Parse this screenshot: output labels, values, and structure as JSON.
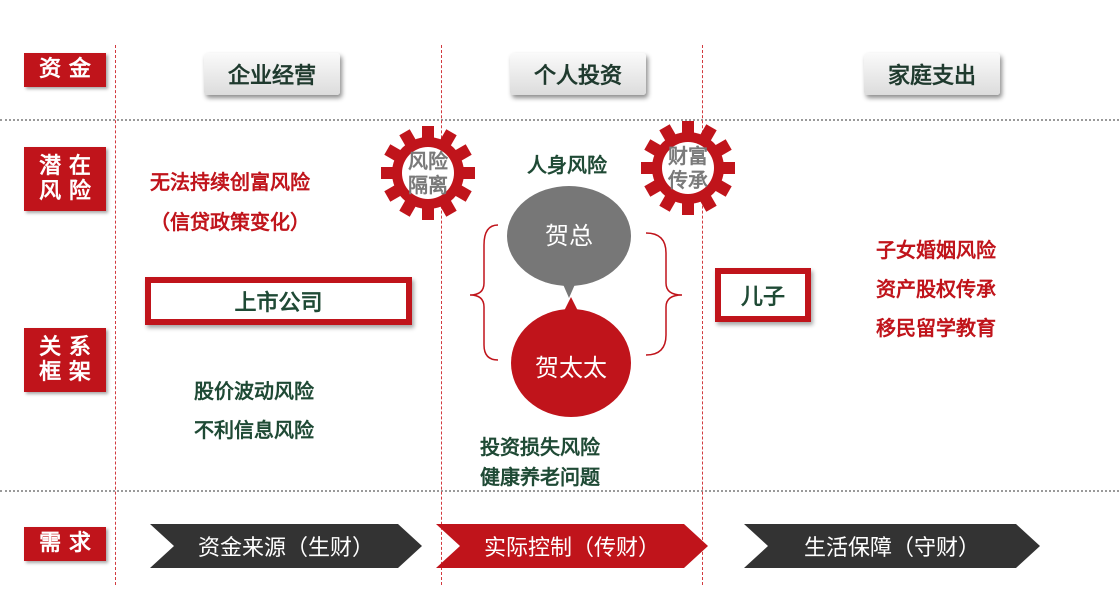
{
  "row_labels": {
    "funds": "资 金",
    "risk_line1": "潜 在",
    "risk_line2": "风 险",
    "rel_line1": "关 系",
    "rel_line2": "框 架",
    "needs": "需 求"
  },
  "columns": {
    "business": "企业经营",
    "investment": "个人投资",
    "family": "家庭支出"
  },
  "gears": {
    "left_line1": "风险",
    "left_line2": "隔离",
    "right_line1": "财富",
    "right_line2": "传承"
  },
  "business": {
    "risk1": "无法持续创富风险",
    "risk2": "（信贷政策变化）",
    "entity": "上市公司",
    "risk3": "股价波动风险",
    "risk4": "不利信息风险"
  },
  "investment": {
    "personal_risk": "人身风险",
    "person1": "贺总",
    "person2": "贺太太",
    "risk1": "投资损失风险",
    "risk2": "健康养老问题"
  },
  "family": {
    "entity": "儿子",
    "risk1": "子女婚姻风险",
    "risk2": "资产股权传承",
    "risk3": "移民留学教育"
  },
  "needs": {
    "left": "资金来源（生财）",
    "middle": "实际控制（传财）",
    "right": "生活保障（守财）"
  },
  "colors": {
    "red": "#c0141b",
    "dark": "#333333",
    "grey_bubble": "#777777",
    "green_text": "#1f4a35"
  }
}
